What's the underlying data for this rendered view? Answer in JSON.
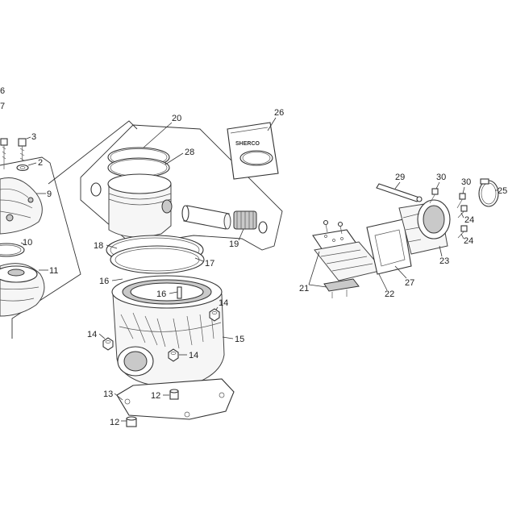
{
  "diagram": {
    "callouts": {
      "c6": "6",
      "c7": "7",
      "c3": "3",
      "c2": "2",
      "c9": "9",
      "c10": "10",
      "c11": "11",
      "c20": "20",
      "c28": "28",
      "c26": "26",
      "c18": "18",
      "c17": "17",
      "c19": "19",
      "c16a": "16",
      "c16b": "16",
      "c14a": "14",
      "c14b": "14",
      "c14c": "14",
      "c15": "15",
      "c13": "13",
      "c12a": "12",
      "c12b": "12",
      "c29": "29",
      "c30a": "30",
      "c30b": "30",
      "c25": "25",
      "c24a": "24",
      "c24b": "24",
      "c23": "23",
      "c21": "21",
      "c22": "22",
      "c27": "27"
    },
    "logo_text": "SHERCO"
  }
}
